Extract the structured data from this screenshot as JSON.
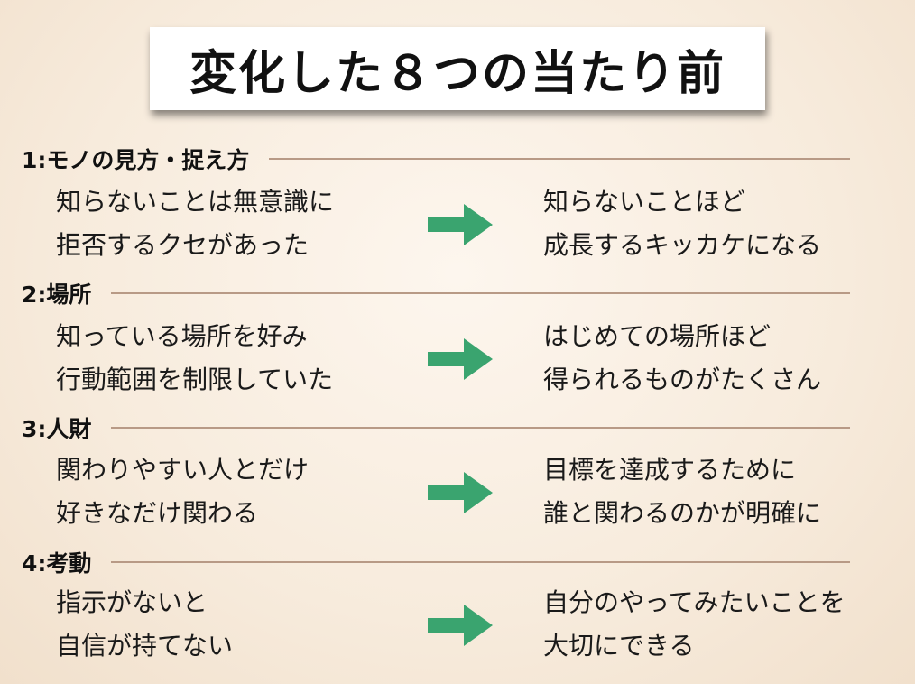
{
  "title": "変化した８つの当たり前",
  "colors": {
    "arrow": "#3aa46f",
    "rule": "#b89a86"
  },
  "sections": [
    {
      "label": "1:モノの見方・捉え方",
      "before": [
        "知らないことは無意識に",
        "拒否するクセがあった"
      ],
      "after": [
        "知らないことほど",
        "成長するキッカケになる"
      ]
    },
    {
      "label": "2:場所",
      "before": [
        "知っている場所を好み",
        "行動範囲を制限していた"
      ],
      "after": [
        "はじめての場所ほど",
        "得られるものがたくさん"
      ]
    },
    {
      "label": "3:人財",
      "before": [
        "関わりやすい人とだけ",
        "好きなだけ関わる"
      ],
      "after": [
        "目標を達成するために",
        "誰と関わるのかが明確に"
      ]
    },
    {
      "label": "4:考動",
      "before": [
        "指示がないと",
        "自信が持てない"
      ],
      "after": [
        "自分のやってみたいことを",
        "大切にできる"
      ]
    }
  ]
}
